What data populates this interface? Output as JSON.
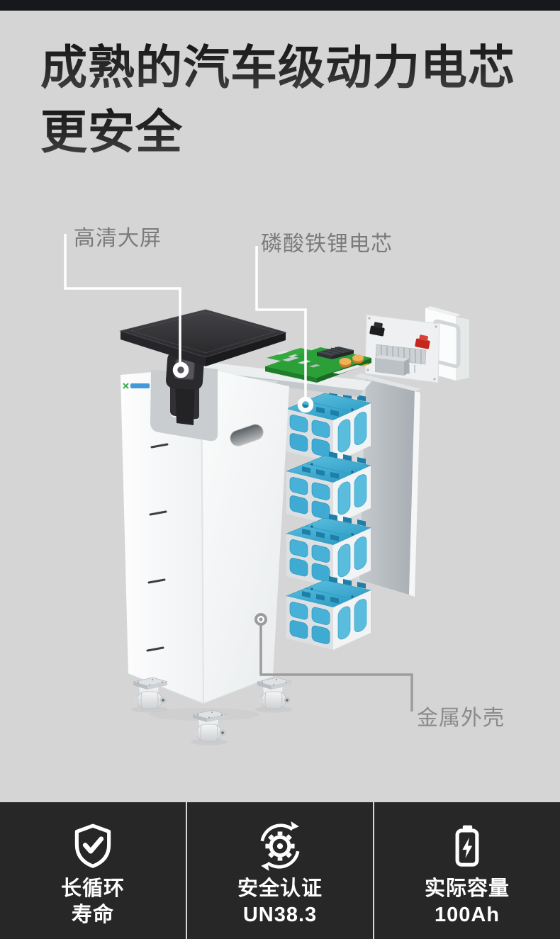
{
  "title": {
    "line1": "成熟的汽车级动力电芯",
    "line2": "更安全"
  },
  "callouts": {
    "screen": {
      "label": "高清大屏"
    },
    "cell": {
      "label": "磷酸铁锂电芯"
    },
    "shell": {
      "label": "金属外壳"
    }
  },
  "features": [
    {
      "icon": "shield-check-icon",
      "lines": [
        "长循环",
        "寿命"
      ]
    },
    {
      "icon": "cycle-gear-icon",
      "lines": [
        "安全认证",
        "UN38.3"
      ]
    },
    {
      "icon": "battery-bolt-icon",
      "lines": [
        "实际容量",
        "100Ah"
      ]
    }
  ],
  "colors": {
    "page_background": "#d5d5d6",
    "top_bar": "#17181b",
    "feature_bar": "#272727",
    "battery_blue": "#3fa9d0",
    "pcb_green": "#2ba038",
    "screen_dark": "#303033",
    "terminal_red": "#c5271d",
    "callout_gray": "#9c9c9c"
  }
}
